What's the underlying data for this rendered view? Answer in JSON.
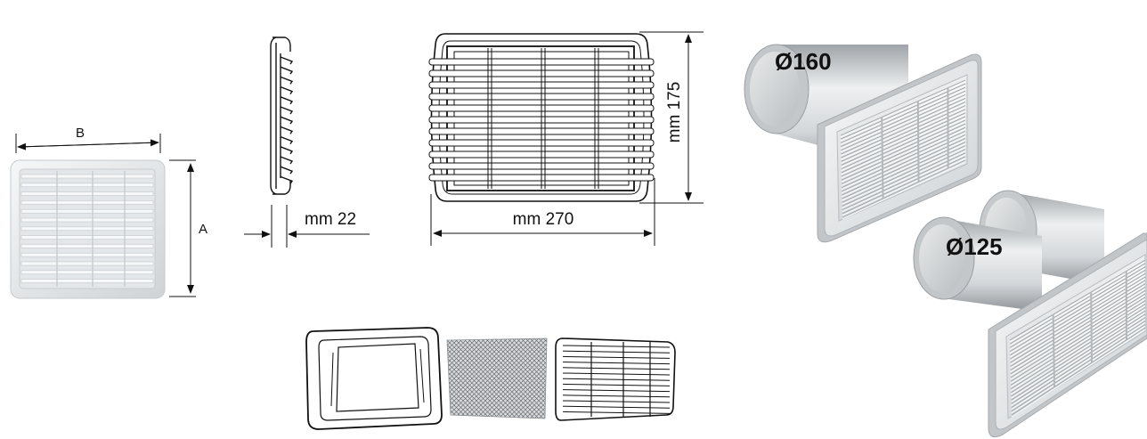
{
  "labels": {
    "b": "B",
    "a": "A",
    "depth": "mm 22",
    "width": "mm 270",
    "height": "mm 175",
    "d160": "Ø160",
    "d125": "Ø125"
  },
  "colors": {
    "line": "#111111",
    "grille_light": "#eceef0",
    "grille_mid": "#d2d6da",
    "pipe_light": "#f2f3f4",
    "pipe_dark": "#a9adb1"
  }
}
